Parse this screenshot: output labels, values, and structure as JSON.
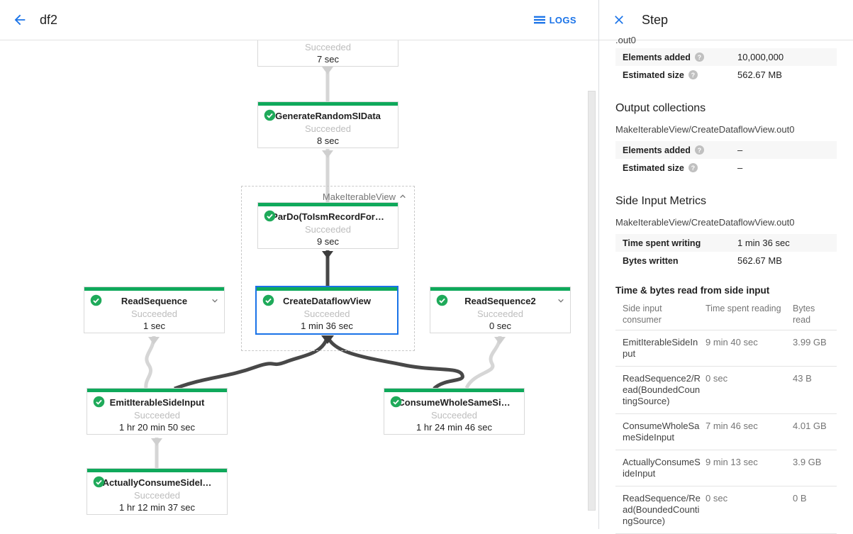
{
  "toolbar": {
    "title": "df2",
    "logs_label": "LOGS"
  },
  "panel": {
    "title": "Step",
    "truncated_collection_suffix": ".out0",
    "input_metrics": [
      {
        "label": "Elements added",
        "value": "10,000,000"
      },
      {
        "label": "Estimated size",
        "value": "562.67 MB"
      }
    ],
    "output_collections": {
      "heading": "Output collections",
      "name": "MakeIterableView/CreateDataflowView.out0",
      "metrics": [
        {
          "label": "Elements added",
          "value": "–"
        },
        {
          "label": "Estimated size",
          "value": "–"
        }
      ]
    },
    "side_input_metrics": {
      "heading": "Side Input Metrics",
      "name": "MakeIterableView/CreateDataflowView.out0",
      "metrics": [
        {
          "label": "Time spent writing",
          "value": "1 min 36 sec"
        },
        {
          "label": "Bytes written",
          "value": "562.67 MB"
        }
      ],
      "table": {
        "heading": "Time & bytes read from side input",
        "columns": [
          "Side input consumer",
          "Time spent reading",
          "Bytes read"
        ],
        "rows": [
          [
            "EmitIterableSideInput",
            "9 min 40 sec",
            "3.99 GB"
          ],
          [
            "ReadSequence2/Read(BoundedCountingSource)",
            "0 sec",
            "43 B"
          ],
          [
            "ConsumeWholeSameSideInput",
            "7 min 46 sec",
            "4.01 GB"
          ],
          [
            "ActuallyConsumeSideInput",
            "9 min 13 sec",
            "3.9 GB"
          ],
          [
            "ReadSequence/Read(BoundedCountingSource)",
            "0 sec",
            "0 B"
          ]
        ]
      }
    }
  },
  "graph": {
    "group_label": "MakeIterableView",
    "nodes": [
      {
        "status": "Succeeded",
        "time": "7 sec"
      },
      {
        "title": "GenerateRandomSIData",
        "status": "Succeeded",
        "time": "8 sec"
      },
      {
        "title": "ParDo(ToIsmRecordFor…",
        "status": "Succeeded",
        "time": "9 sec"
      },
      {
        "title": "CreateDataflowView",
        "status": "Succeeded",
        "time": "1 min 36 sec"
      },
      {
        "title": "ReadSequence",
        "status": "Succeeded",
        "time": "1 sec"
      },
      {
        "title": "ReadSequence2",
        "status": "Succeeded",
        "time": "0 sec"
      },
      {
        "title": "EmitIterableSideInput",
        "status": "Succeeded",
        "time": "1 hr 20 min 50 sec"
      },
      {
        "title": "ConsumeWholeSameSi…",
        "status": "Succeeded",
        "time": "1 hr 24 min 46 sec"
      },
      {
        "title": "ActuallyConsumeSideI…",
        "status": "Succeeded",
        "time": "1 hr 12 min 37 sec"
      }
    ]
  },
  "colors": {
    "accent_blue": "#1a73e8",
    "success_green": "#0fa95b",
    "edge_dark": "#484848",
    "edge_light": "#d6d6d6"
  }
}
